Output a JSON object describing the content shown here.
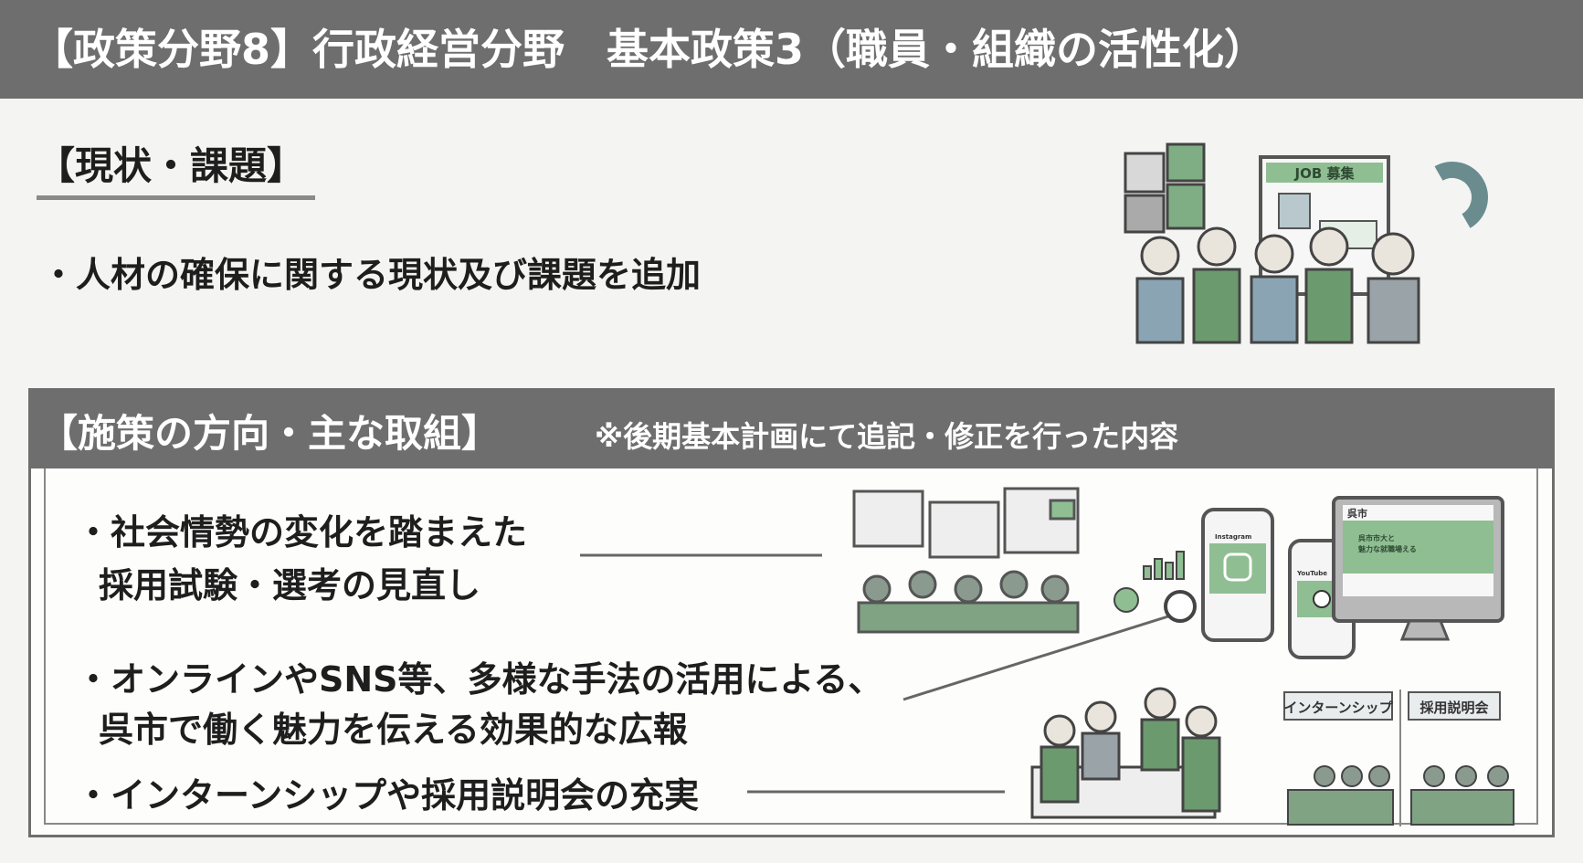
{
  "header": {
    "title": "【政策分野8】行政経営分野　基本政策3（職員・組織の活性化）"
  },
  "current": {
    "heading": "【現状・課題】",
    "bullets": [
      "・人材の確保に関する現状及び課題を追加"
    ]
  },
  "measures": {
    "heading": "【施策の方向・主な取組】",
    "note": "※後期基本計画にて追記・修正を行った内容",
    "bullets": [
      {
        "line1": "・社会情勢の変化を踏まえた",
        "line2": "採用試験・選考の見直し"
      },
      {
        "line1": "・オンラインやSNS等、多様な手法の活用による、",
        "line2": "呉市で働く魅力を伝える効果的な広報"
      },
      {
        "line1": "・インターンシップや採用説明会の充実"
      }
    ]
  },
  "illustrations": {
    "job_board": "JOB 募集",
    "city_site": "呉市",
    "site_banner1": "呉市市大と",
    "site_banner2": "魅力な就職場える",
    "instagram": "Instagram",
    "youtube": "YouTube",
    "internship": "インターンシップ",
    "briefing": "採用説明会"
  },
  "colors": {
    "accent": "#7fae84",
    "header": "#6e6e6e"
  }
}
